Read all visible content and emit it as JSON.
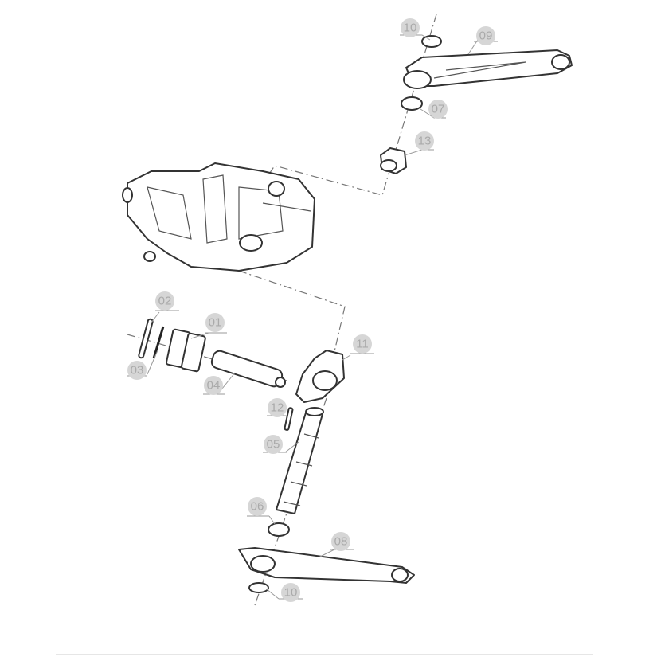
{
  "diagram": {
    "type": "exploded parts diagram",
    "callouts": [
      {
        "id": "10-top",
        "label": "10"
      },
      {
        "id": "09",
        "label": "09"
      },
      {
        "id": "07",
        "label": "07"
      },
      {
        "id": "13",
        "label": "13"
      },
      {
        "id": "02",
        "label": "02"
      },
      {
        "id": "01",
        "label": "01"
      },
      {
        "id": "11",
        "label": "11"
      },
      {
        "id": "03",
        "label": "03"
      },
      {
        "id": "04",
        "label": "04"
      },
      {
        "id": "12",
        "label": "12"
      },
      {
        "id": "05",
        "label": "05"
      },
      {
        "id": "06",
        "label": "06"
      },
      {
        "id": "08",
        "label": "08"
      },
      {
        "id": "10-bottom",
        "label": "10"
      }
    ]
  }
}
